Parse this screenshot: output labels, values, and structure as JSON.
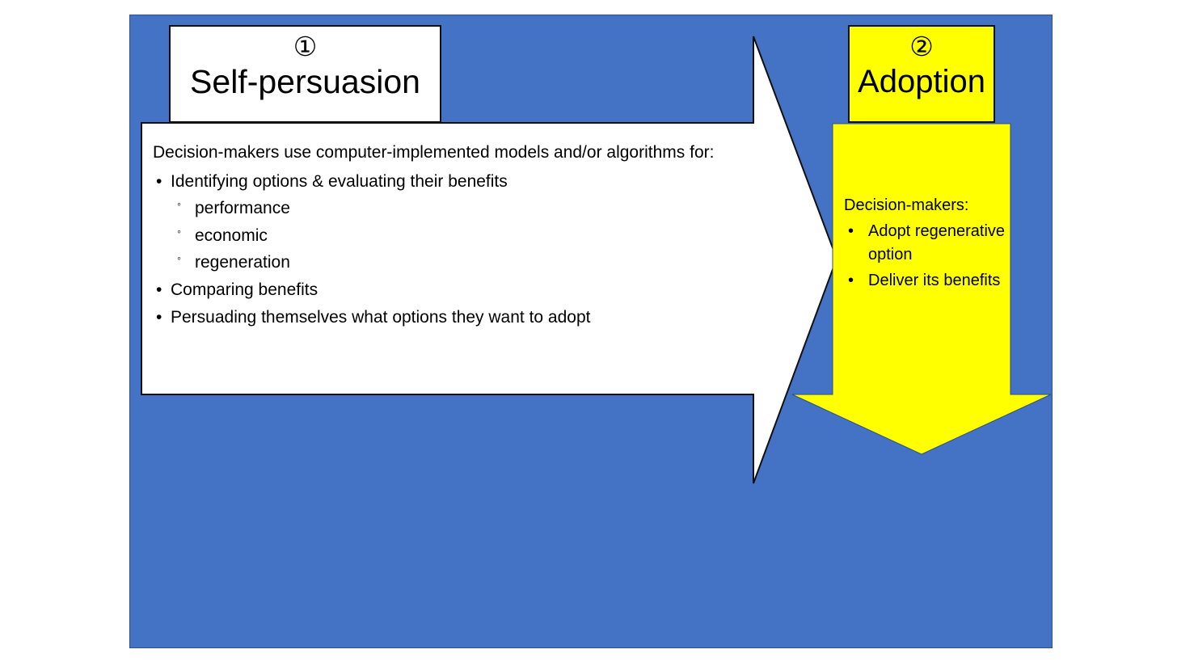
{
  "slide": {
    "background_color": "#ffffff",
    "panel_color": "#4472C4",
    "accent_color": "#FFFF00"
  },
  "stage_one": {
    "number": "①",
    "number_icon_name": "circled-number-one-icon",
    "title": "Self-persuasion",
    "lead": "Decision-makers use computer-implemented models and/or algorithms for:",
    "bullets": [
      {
        "text": "Identifying options & evaluating their benefits",
        "marker": "•",
        "sub": [
          {
            "text": "performance",
            "marker": "◦"
          },
          {
            "text": "economic",
            "marker": "◦"
          },
          {
            "text": "regeneration",
            "marker": "◦"
          }
        ]
      },
      {
        "text": "Comparing benefits",
        "marker": "•",
        "sub": []
      },
      {
        "text": "Persuading themselves what options they want to adopt",
        "marker": "•",
        "sub": []
      }
    ]
  },
  "stage_two": {
    "number": "②",
    "number_icon_name": "circled-number-two-icon",
    "title": "Adoption",
    "lead": "Decision-makers:",
    "bullets": [
      {
        "text": "Adopt regenerative option",
        "marker": "•"
      },
      {
        "text": "Deliver its benefits",
        "marker": "•"
      }
    ]
  }
}
